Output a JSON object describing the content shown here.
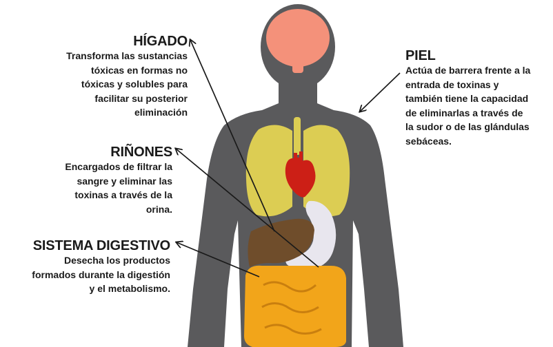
{
  "diagram": {
    "labels": [
      {
        "id": "higado",
        "title": "HÍGADO",
        "lines": [
          "Transforma las sustancias",
          "tóxicas en formas no",
          "tóxicas y solubles para",
          "facilitar su posterior",
          "eliminación"
        ]
      },
      {
        "id": "rinones",
        "title": "RIÑONES",
        "lines": [
          "Encargados de filtrar la",
          "sangre y eliminar las",
          "toxinas a través de la",
          "orina."
        ]
      },
      {
        "id": "sistema-digestivo",
        "title": "SISTEMA DIGESTIVO",
        "lines": [
          "Desecha los productos",
          "formados durante la digestión",
          "y el metabolismo."
        ]
      },
      {
        "id": "piel",
        "title": "PIEL",
        "lines": [
          "Actúa de barrera frente a la",
          "entrada de toxinas y",
          "también tiene la capacidad",
          "de eliminarlas a través de",
          "la sudor o de las glándulas",
          "sebáceas."
        ]
      }
    ]
  },
  "colors": {
    "body": "#5a5a5c",
    "brain": "#f4917a",
    "lungs": "#dccd53",
    "heart": "#cc1f16",
    "liver": "#6f4d2b",
    "stomach": "#e8e6ee",
    "intestines": "#f2a51a",
    "arrow": "#1a1a1a"
  }
}
